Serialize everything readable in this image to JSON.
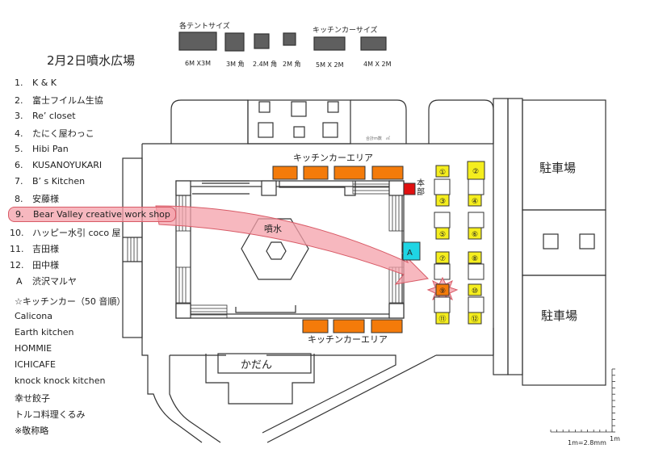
{
  "title": "2月2日噴水広場",
  "legend": {
    "tent_heading": "各テントサイズ",
    "tent_sizes": [
      "6M X3M",
      "3M 角",
      "2.4M 角",
      "2M 角"
    ],
    "kitchen_heading": "キッチンカーサイズ",
    "kitchen_sizes": [
      "5M X 2M",
      "4M X 2M"
    ]
  },
  "vendors": [
    {
      "num": "1.",
      "name": "K & K"
    },
    {
      "num": "2.",
      "name": "富士フイルム生協"
    },
    {
      "num": "3.",
      "name": "Re’ closet"
    },
    {
      "num": "4.",
      "name": "たにく屋わっこ"
    },
    {
      "num": "5.",
      "name": "Hibi Pan"
    },
    {
      "num": "6.",
      "name": "KUSANOYUKARI"
    },
    {
      "num": "7.",
      "name": "B’ s Kitchen"
    },
    {
      "num": "8.",
      "name": "安藤様"
    },
    {
      "num": "9.",
      "name": "Bear Valley creative work shop",
      "highlighted": true
    },
    {
      "num": "10.",
      "name": "ハッピー水引 coco 屋"
    },
    {
      "num": "11.",
      "name": "吉田様"
    },
    {
      "num": "12.",
      "name": "田中様"
    },
    {
      "num": "A",
      "name": "渋沢マルヤ"
    }
  ],
  "kitchen_cars": {
    "heading": "☆キッチンカー（50 音順）",
    "items": [
      "Calicona",
      "Earth kitchen",
      "HOMMIE",
      "ICHICAFE",
      "knock knock kitchen",
      "幸せ餃子",
      "トルコ料理くるみ"
    ],
    "note": "※敬称略"
  },
  "map": {
    "kitchen_area_label": "キッチンカーエリア",
    "fountain_label": "噴水",
    "hq_label": "本部",
    "booth_a_label": "A",
    "flowerbed_label": "かだん",
    "parking_label": "駐車場",
    "total_area_label": "合計m数　㎡",
    "booth_numbers": [
      "①",
      "②",
      "③",
      "④",
      "⑤",
      "⑥",
      "⑦",
      "⑧",
      "⑨",
      "⑩",
      "⑪",
      "⑫"
    ],
    "highlighted_booth": "9",
    "scale_label": "1m=2.8mm",
    "scale_unit": "1m"
  },
  "colors": {
    "kitchen_car": "#f47b0a",
    "booth": "#f5ee1e",
    "hq": "#e01010",
    "booth_a": "#1fd5e4",
    "highlight": "#f4a0aa",
    "highlight_stroke": "#d85a66",
    "tent_gray": "#5f5f5f"
  }
}
